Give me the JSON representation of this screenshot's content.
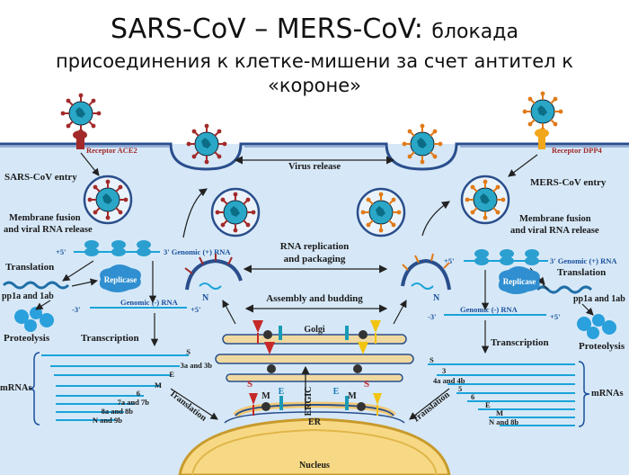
{
  "title": {
    "main": "SARS-CoV – MERS-CoV:",
    "tail": "блокада",
    "line2": "присоединения к клетке-мишени за счет антител к",
    "line3": "«короне»"
  },
  "diagram": {
    "receptor_ace2": "Receptor ACE2",
    "receptor_dpp4": "Receptor DPP4",
    "sars_entry": "SARS-CoV entry",
    "mers_entry": "MERS-CoV entry",
    "virus_release": "Virus release",
    "fusion_left_1": "Membrane fusion",
    "fusion_left_2": "and viral RNA release",
    "fusion_right_1": "Membrane fusion",
    "fusion_right_2": "and viral RNA release",
    "genomic_plus_left": "3' Genomic (+) RNA",
    "genomic_plus_right": "3' Genomic (+) RNA",
    "five_prime_a": "+5'",
    "five_prime_b": "+5'",
    "five_prime_c": "+5'",
    "five_prime_d": "+5'",
    "three_prime_a": "-3'",
    "three_prime_b": "-3'",
    "translation_left": "Translation",
    "translation_right": "Translation",
    "replicase_left": "Replicase",
    "replicase_right": "Replicase",
    "pp_left": "pp1a and 1ab",
    "pp_right": "pp1a and 1ab",
    "genomic_minus_left": "Genomic (-) RNA",
    "genomic_minus_right": "Genomic (-) RNA",
    "proteolysis_left": "Proteolysis",
    "proteolysis_right": "Proteolysis",
    "transcription_left": "Transcription",
    "transcription_right": "Transcription",
    "rna_replication_1": "RNA replication",
    "rna_replication_2": "and packaging",
    "assembly": "Assembly and budding",
    "golgi": "Golgi",
    "ergic": "ERGIC",
    "er": "ER",
    "nucleus": "Nucleus",
    "mrnas_left": "mRNAs",
    "mrnas_right": "mRNAs",
    "n_left": "N",
    "n_right": "N",
    "s_left": "S",
    "s_right": "S",
    "e_left": "E",
    "e_right": "E",
    "m_left": "M",
    "m_right": "M",
    "translation_diag_left": "Translation",
    "translation_diag_right": "Translation",
    "left_mrna_labels": [
      "S",
      "3a and 3b",
      "E",
      "M",
      "6",
      "7a and 7b",
      "8a and 8b",
      "N and 9b"
    ],
    "right_mrna_labels": [
      "S",
      "3",
      "4a and 4b",
      "5",
      "6",
      "E",
      "M",
      "N and 8b"
    ]
  },
  "colors": {
    "cytoplasm": "#d6e8f7",
    "membrane": "#2a4e8c",
    "sars_spike": "#a32a2a",
    "mers_spike": "#e07a18",
    "virus_core": "#2aa7c7",
    "rna_line": "#1aa3d9"
  }
}
